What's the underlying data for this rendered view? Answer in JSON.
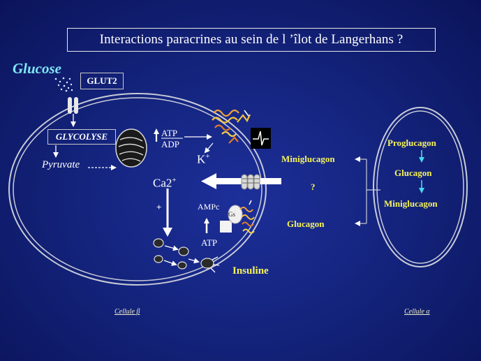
{
  "title": "Interactions paracrines au sein de l ’îlot de Langerhans ?",
  "beta_cell": {
    "glucose": "Glucose",
    "glut2": "GLUT2",
    "glycolyse": "GLYCOLYSE",
    "pyruvate": "Pyruvate",
    "atp": "ATP",
    "adp": "ADP",
    "k_ion": "K",
    "k_charge": "+",
    "ca_ion": "Ca2",
    "ca_charge": "+",
    "plus_sign": "+",
    "ampc": "AMPc",
    "atp_low": "ATP",
    "gs": "Gs",
    "insuline": "Insuline",
    "label": "Cellule β"
  },
  "middle": {
    "miniglucagon": "Miniglucagon",
    "question": "?",
    "glucagon": "Glucagon"
  },
  "alpha_cell": {
    "proglucagon": "Proglucagon",
    "glucagon": "Glucagon",
    "miniglucagon": "Miniglucagon",
    "label": "Cellule α"
  },
  "colors": {
    "background": "#14247e",
    "cell_outline": "#c9ccd8",
    "highlight_text": "#f6f35a",
    "glucose_text": "#7fe7f7",
    "cyan_arrow": "#48d7f0"
  },
  "icons": [
    "glucose-dots-icon",
    "transporter-icon",
    "mitochondrion-icon",
    "k-channel-icon",
    "action-potential-icon",
    "channel-icon",
    "receptor-icon",
    "granule-icon"
  ]
}
